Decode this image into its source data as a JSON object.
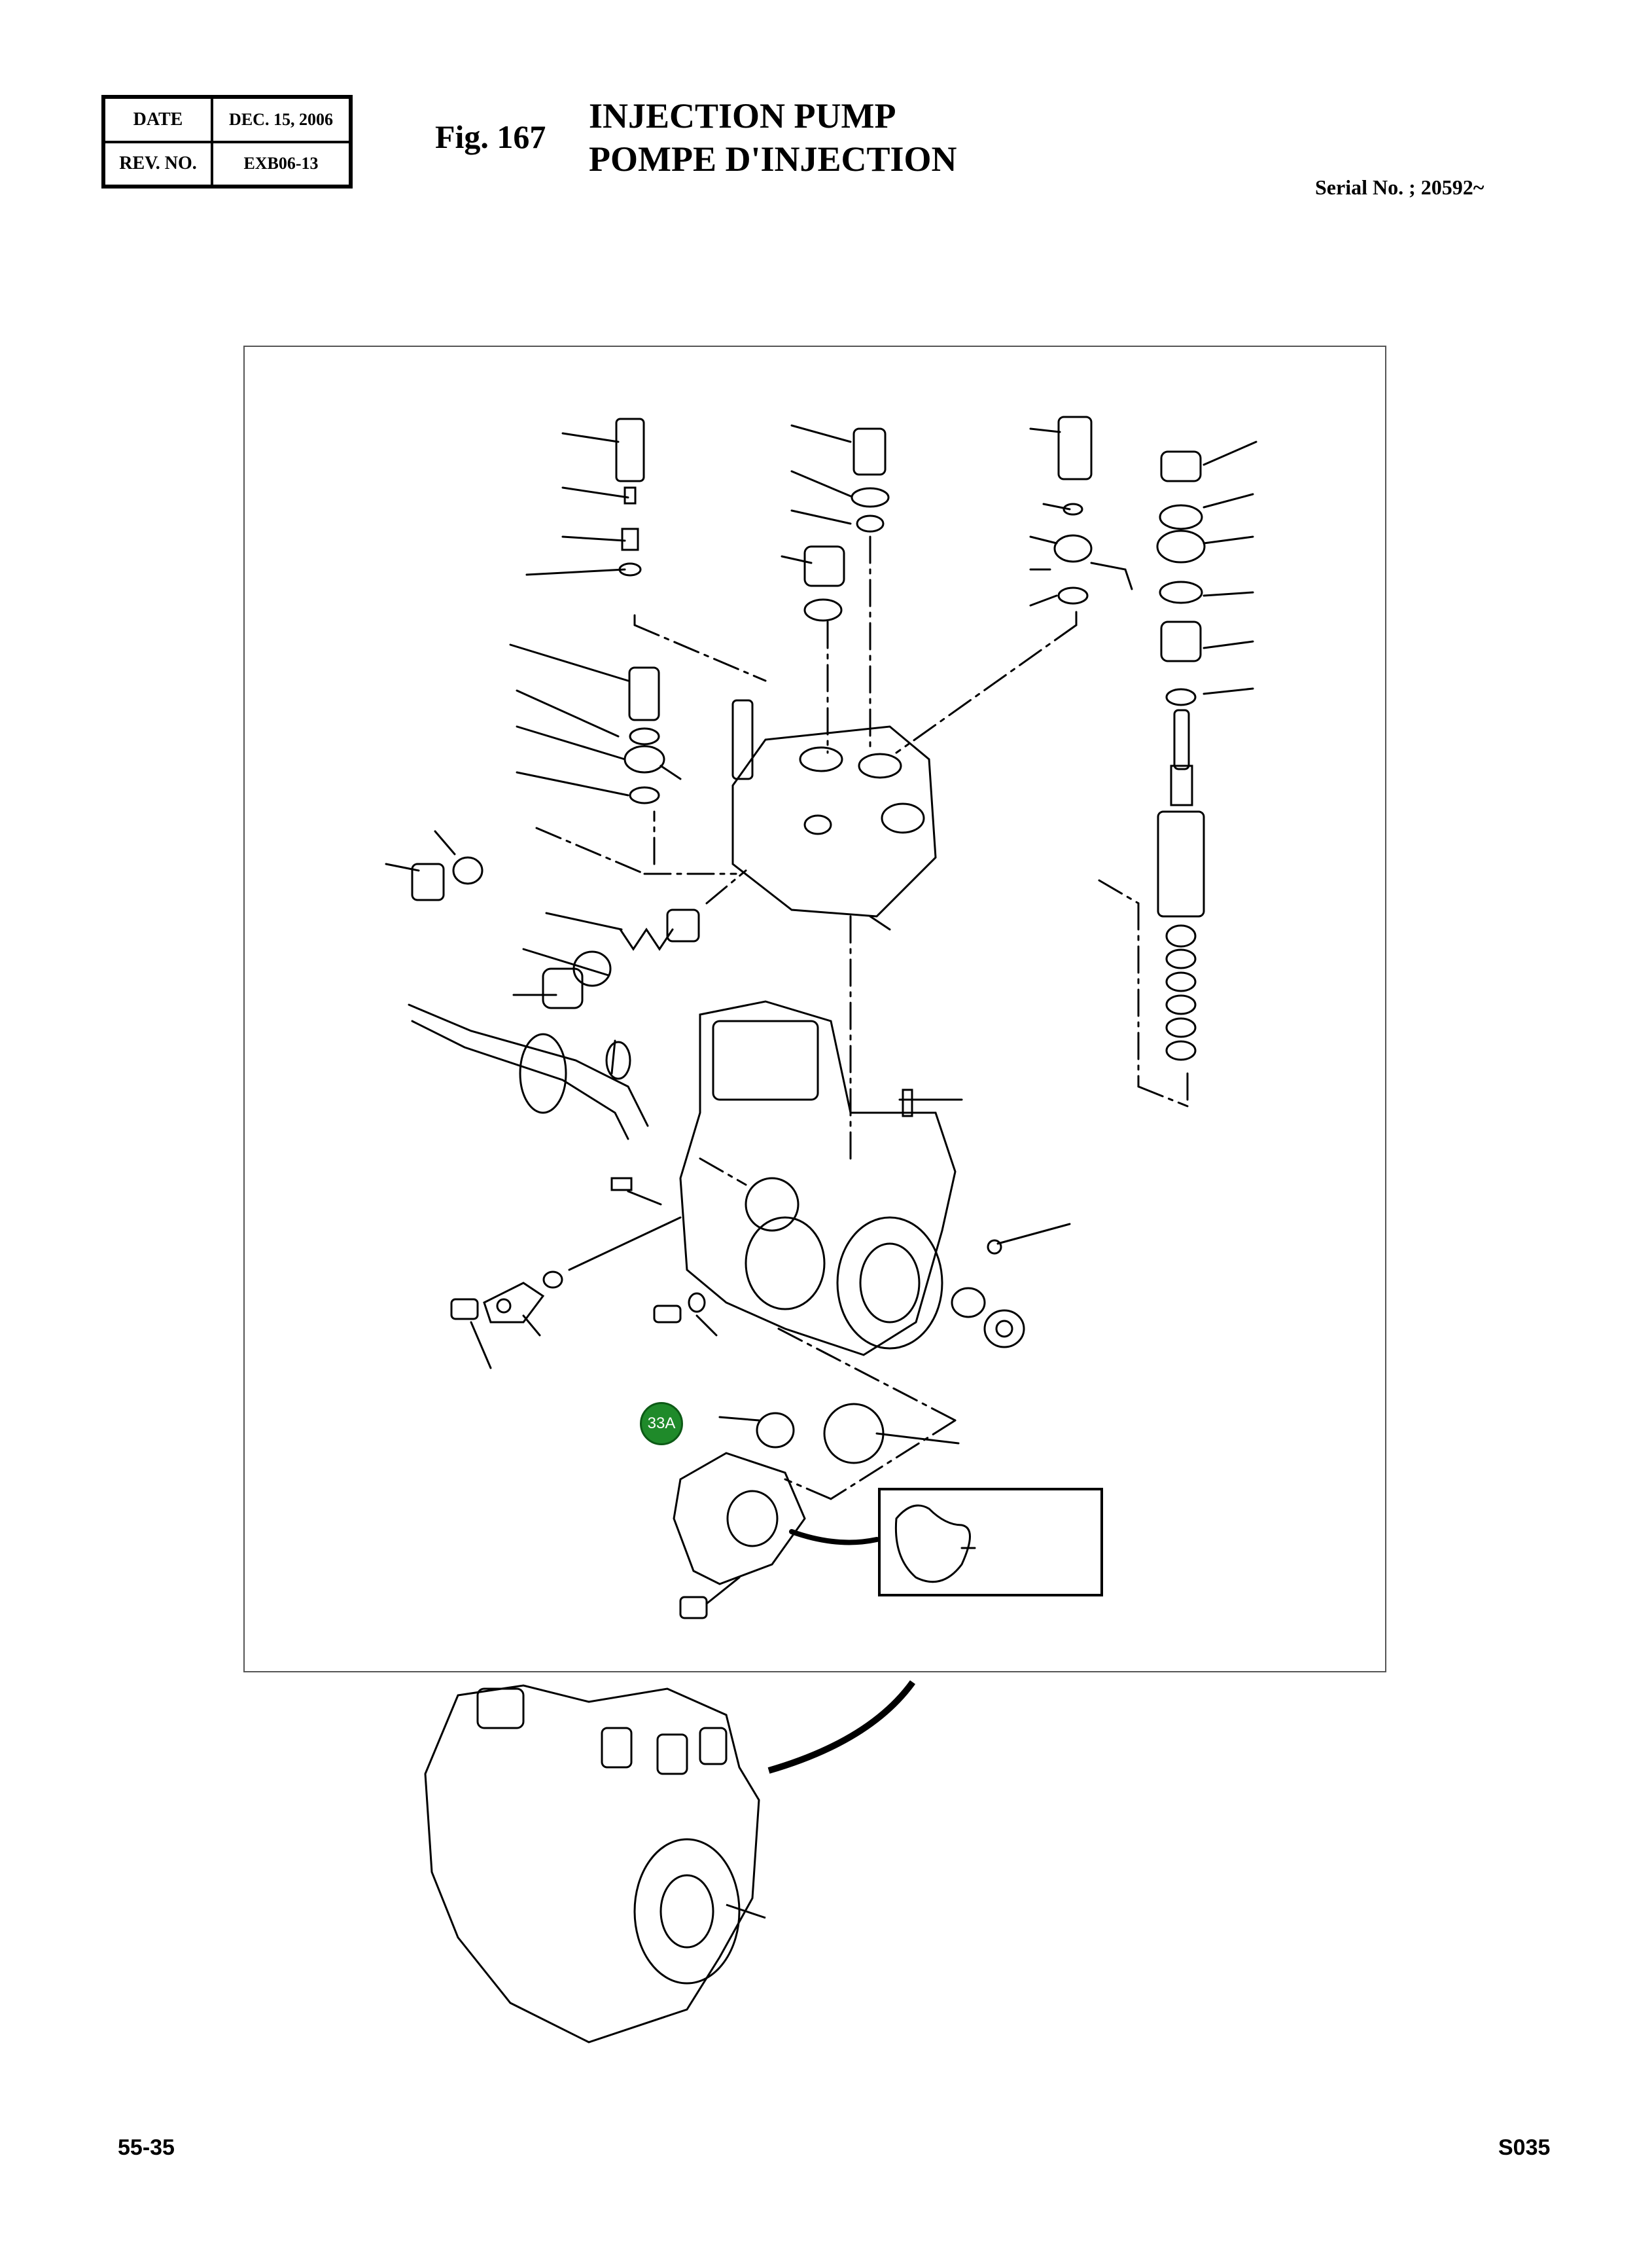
{
  "header": {
    "date_label": "DATE",
    "date_value": "DEC. 15, 2006",
    "rev_label": "REV. NO.",
    "rev_value": "EXB06-13",
    "fig_number": "Fig. 167",
    "title_en": "INJECTION PUMP",
    "title_fr": "POMPE D'INJECTION",
    "serial": "Serial No. ; 20592~"
  },
  "callout": {
    "label": "33A",
    "color": "#1f8a2a"
  },
  "footer": {
    "page_left": "55-35",
    "page_right": "S035"
  }
}
